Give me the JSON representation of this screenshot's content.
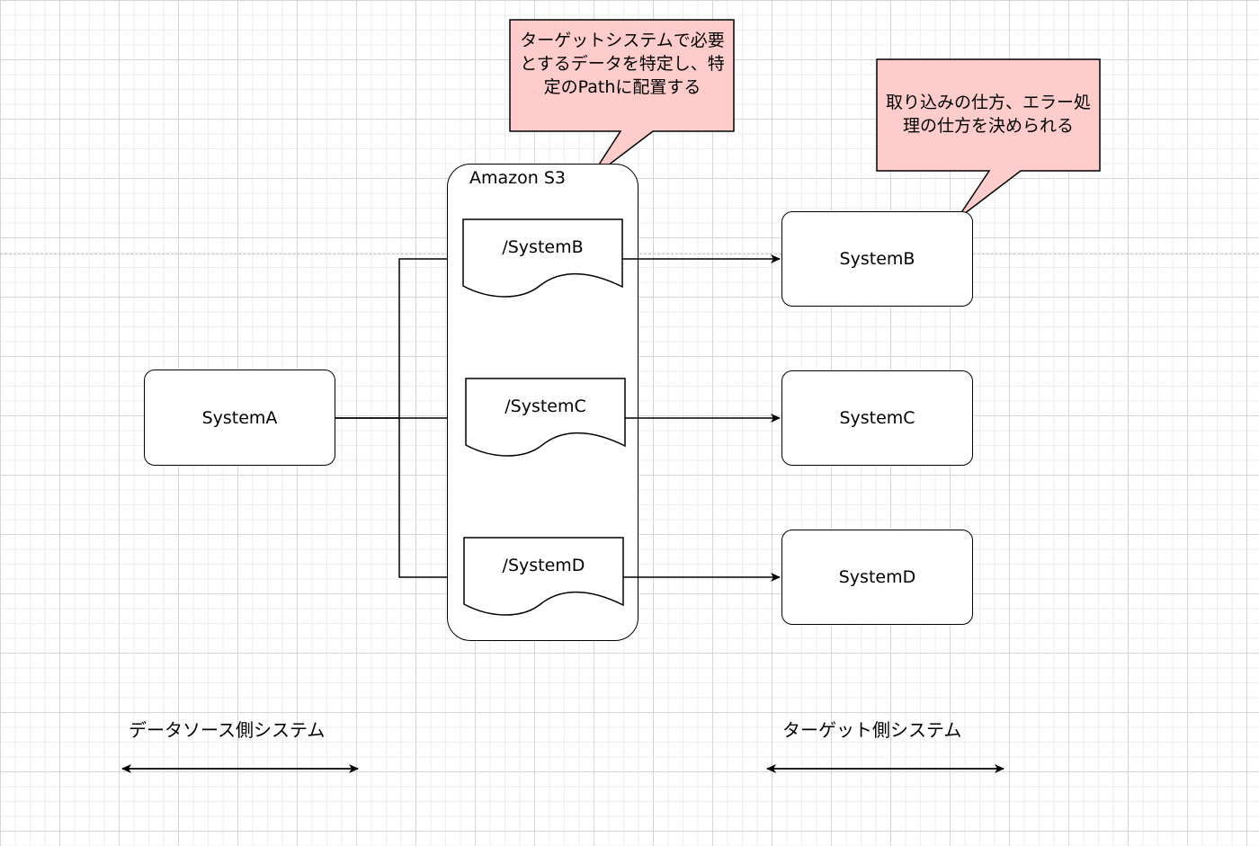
{
  "diagram": {
    "source_system": "SystemA",
    "s3": {
      "title": "Amazon S3",
      "paths": [
        "/SystemB",
        "/SystemC",
        "/SystemD"
      ]
    },
    "targets": [
      "SystemB",
      "SystemC",
      "SystemD"
    ],
    "callouts": {
      "s3_note": "ターゲットシステムで必要とするデータを特定し、特定のPathに配置する",
      "target_note": "取り込みの仕方、エラー処理の仕方を決められる"
    },
    "labels": {
      "source_side": "データソース側システム",
      "target_side": "ターゲット側システム"
    }
  },
  "colors": {
    "callout_fill": "#ffcccc",
    "stroke": "#000000",
    "grid": "#d6d6d6"
  }
}
